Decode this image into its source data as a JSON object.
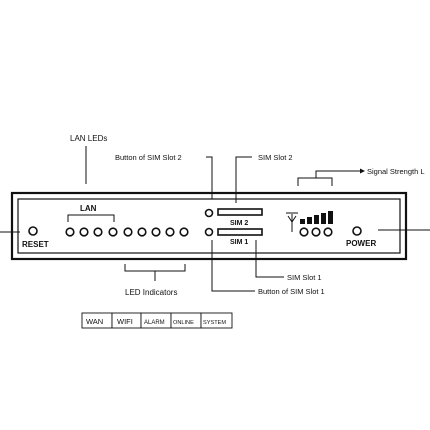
{
  "callouts": {
    "lan_leds": "LAN LEDs",
    "sim2_button": "Button of SIM Slot 2",
    "sim2_slot": "SIM Slot 2",
    "signal_strength": "Signal Strength L",
    "sim1_slot": "SIM Slot 1",
    "sim1_button": "Button of SIM Slot 1",
    "led_indicators": "LED Indicators"
  },
  "panel": {
    "lan": "LAN",
    "reset": "RESET",
    "power": "POWER",
    "sim2": "SIM 2",
    "sim1": "SIM 1"
  },
  "indicator_legend": [
    "WAN",
    "WIFI",
    "ALARM",
    "ONLINE",
    "SYSTEM"
  ],
  "signal_bars": 5,
  "lan_led_count": 4,
  "indicator_led_count": 5,
  "signal_led_count": 3
}
